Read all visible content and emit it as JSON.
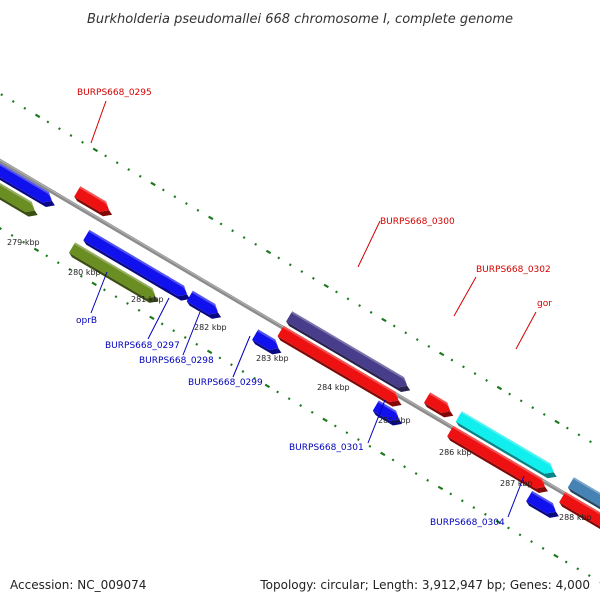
{
  "title": "Burkholderia pseudomallei 668 chromosome I, complete genome",
  "footer": {
    "accession": "Accession: NC_009074",
    "summary": "Topology: circular; Length: 3,912,947 bp; Genes: 4,000"
  },
  "colors": {
    "backbone": "#8c8c8c",
    "tick": "#1e7a1e",
    "forward_label": "#d40000",
    "reverse_label": "#0000bb",
    "gene_red": "#ee1111",
    "gene_blue": "#1111ee",
    "gene_olive": "#6b8e23",
    "gene_darkslate": "#483d8b",
    "gene_cyan": "#11eeee",
    "gene_steel": "#4682b4"
  },
  "kbp_labels": [
    "279 kbp",
    "280 kbp",
    "281 kbp",
    "282 kbp",
    "283 kbp",
    "284 kbp",
    "285 kbp",
    "286 kbp",
    "287 kbp",
    "288 kbp"
  ],
  "forward_labels": [
    "BURPS668_0295",
    "BURPS668_0300",
    "BURPS668_0302",
    "gor"
  ],
  "reverse_labels": [
    "oprB",
    "BURPS668_0297",
    "BURPS668_0298",
    "BURPS668_0299",
    "BURPS668_0301",
    "BURPS668_0304"
  ]
}
